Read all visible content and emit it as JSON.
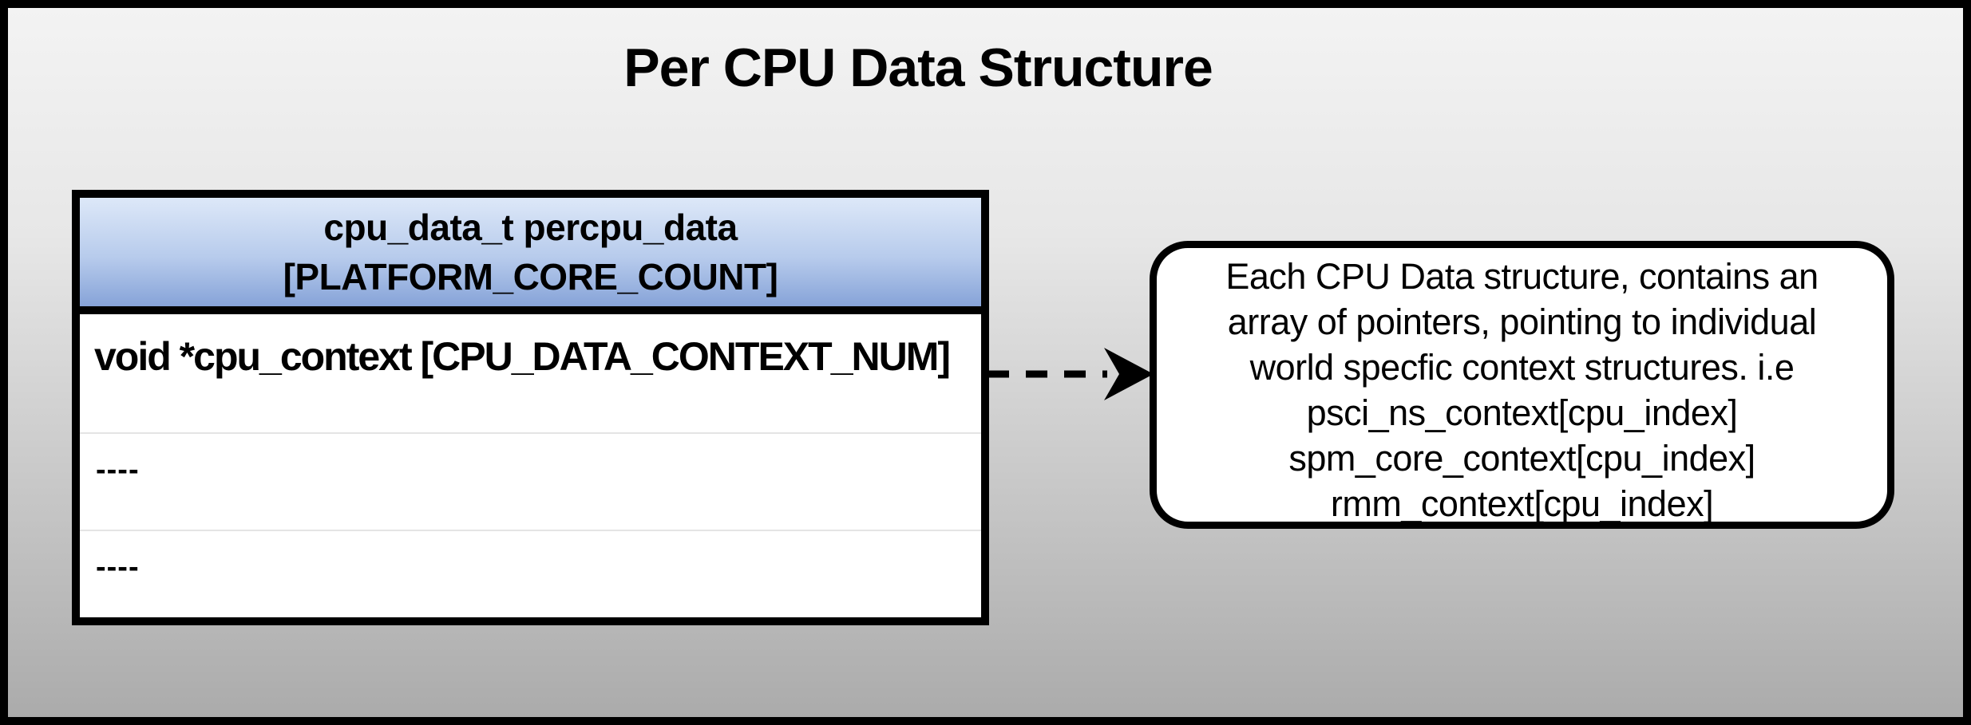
{
  "title": "Per CPU Data Structure",
  "struct_table": {
    "header_line1": "cpu_data_t percpu_data",
    "header_line2": "[PLATFORM_CORE_COUNT]",
    "rows": [
      {
        "text": "void *cpu_context [CPU_DATA_CONTEXT_NUM]"
      },
      {
        "text": "----"
      },
      {
        "text": "----"
      }
    ]
  },
  "annotation": {
    "lines": [
      "Each CPU Data structure, contains an",
      "array of pointers, pointing to individual",
      "world specfic context structures. i.e",
      "psci_ns_context[cpu_index]",
      "spm_core_context[cpu_index]",
      "rmm_context[cpu_index]"
    ]
  },
  "colors": {
    "outer_border": "#000000",
    "background_top": "#f3f3f3",
    "background_bottom": "#ababab",
    "table_header_gradient_top": "#dde8f8",
    "table_header_gradient_bottom": "#86a3d8",
    "table_background": "#ffffff",
    "row_divider": "#e4e4e4",
    "text": "#000000"
  }
}
